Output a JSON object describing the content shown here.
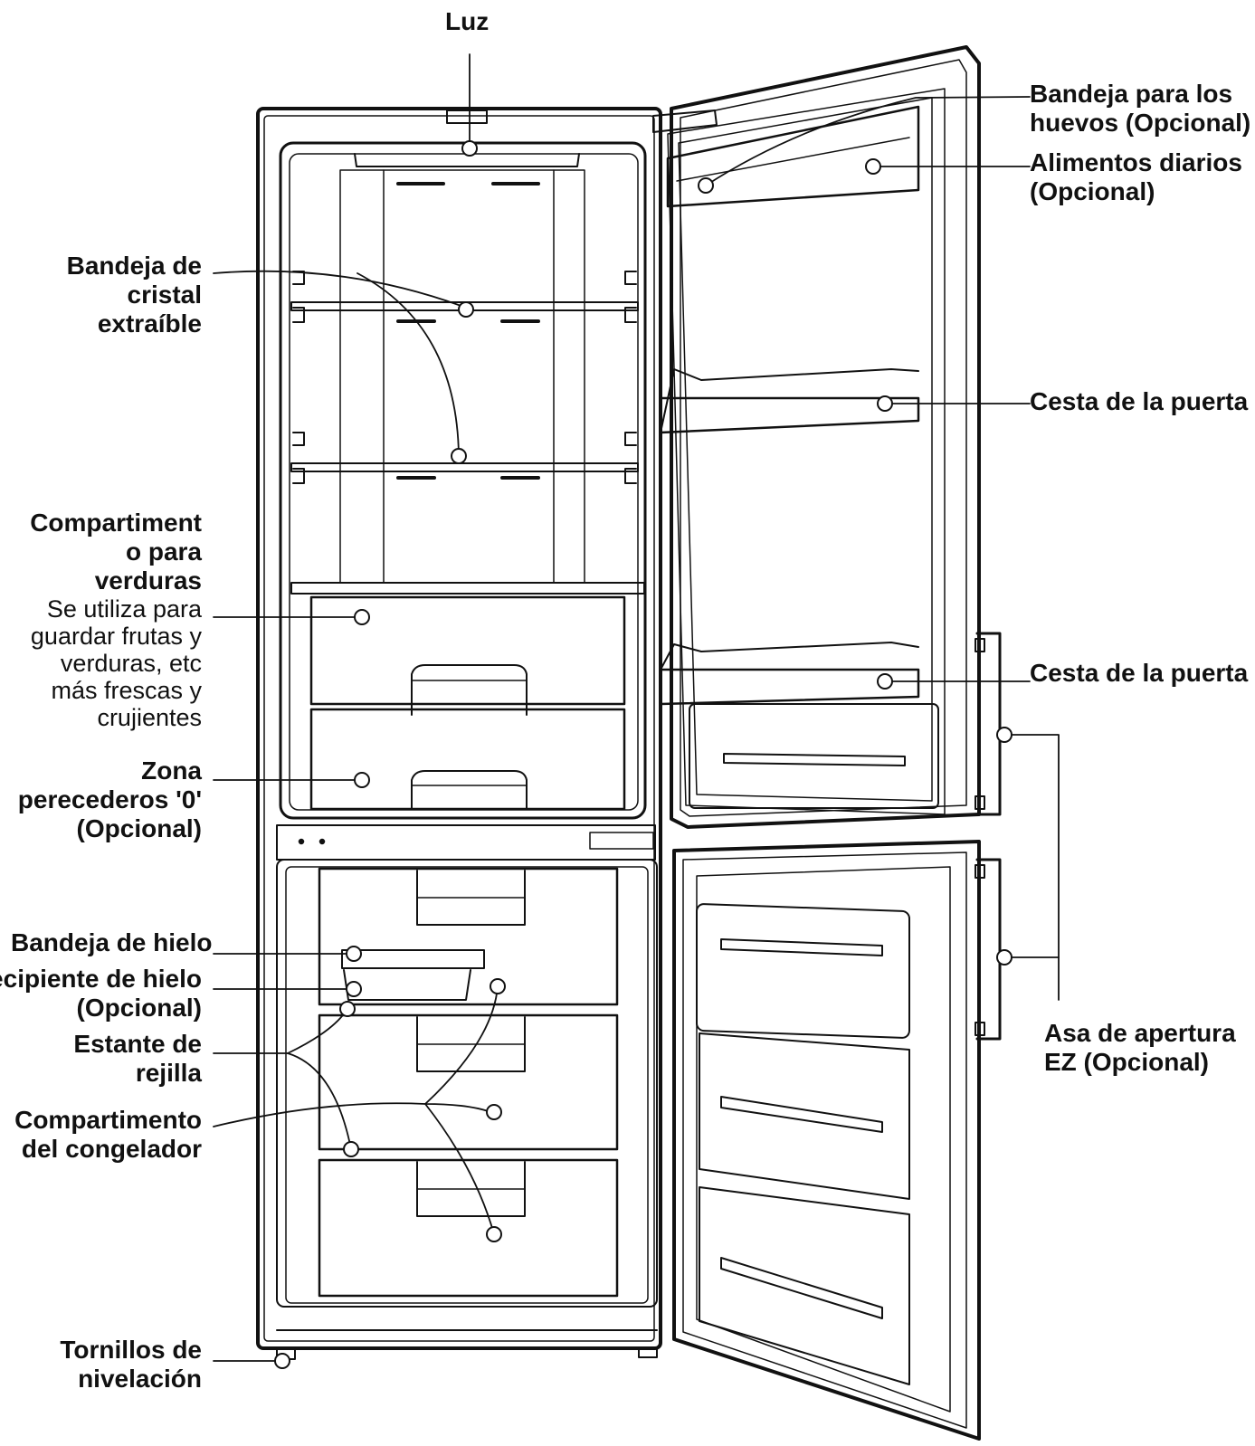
{
  "labels": {
    "luz": "Luz",
    "bandeja_huevos": [
      "Bandeja para los",
      "huevos (Opcional)"
    ],
    "alimentos_diarios": [
      "Alimentos diarios",
      "(Opcional)"
    ],
    "bandeja_cristal": [
      "Bandeja de",
      "cristal",
      "extraíble"
    ],
    "cesta_puerta_1": "Cesta de la puerta",
    "cesta_puerta_2": "Cesta de la puerta",
    "compartimento_verduras": [
      "Compartiment",
      "o para",
      "verduras"
    ],
    "verduras_desc": [
      "Se utiliza para",
      "guardar frutas y",
      "verduras, etc",
      "más frescas y",
      "crujientes"
    ],
    "zona_perecederos": [
      "Zona",
      "perecederos '0'",
      "(Opcional)"
    ],
    "bandeja_hielo": "Bandeja de hielo",
    "recipiente_hielo": [
      "Recipiente de hielo",
      "(Opcional)"
    ],
    "estante_rejilla": [
      "Estante de",
      "rejilla"
    ],
    "compartimento_congelador": [
      "Compartimento",
      "del congelador"
    ],
    "tornillos": [
      "Tornillos de",
      "nivelación"
    ],
    "asa_apertura": [
      "Asa de apertura",
      "EZ (Opcional)"
    ]
  },
  "colors": {
    "line": "#111111",
    "background": "#ffffff"
  }
}
